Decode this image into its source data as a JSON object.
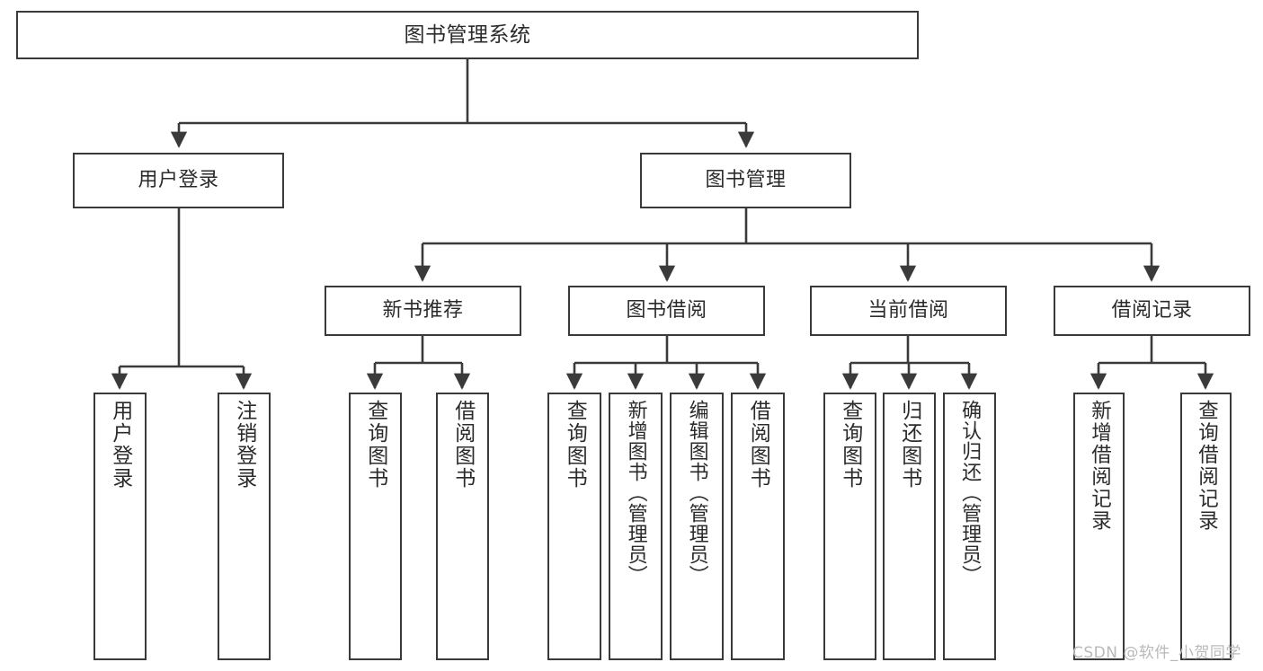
{
  "diagram": {
    "title": "图书管理系统",
    "type": "tree-hierarchy",
    "watermark": "CSDN @软件_小贺同学",
    "colors": {
      "background": "#ffffff",
      "node_border": "#3a3a3a",
      "node_fill": "#ffffff",
      "text": "#2b2b2b",
      "edge": "#3a3a3a",
      "watermark": "#b9b9b9"
    },
    "nodes": {
      "root": {
        "label": "图书管理系统"
      },
      "level1": [
        {
          "label": "用户登录"
        },
        {
          "label": "图书管理"
        }
      ],
      "level2": [
        {
          "label": "新书推荐"
        },
        {
          "label": "图书借阅"
        },
        {
          "label": "当前借阅"
        },
        {
          "label": "借阅记录"
        }
      ],
      "leaves_user_login": [
        {
          "label": "用户登录"
        },
        {
          "label": "注销登录"
        }
      ],
      "leaves_new_books": [
        {
          "label": "查询图书"
        },
        {
          "label": "借阅图书"
        }
      ],
      "leaves_borrow": [
        {
          "label": "查询图书"
        },
        {
          "label": "新增图书（管理员）"
        },
        {
          "label": "编辑图书（管理员）"
        },
        {
          "label": "借阅图书"
        }
      ],
      "leaves_current": [
        {
          "label": "查询图书"
        },
        {
          "label": "归还图书"
        },
        {
          "label": "确认归还（管理员）"
        }
      ],
      "leaves_records": [
        {
          "label": "新增借阅记录"
        },
        {
          "label": "查询借阅记录"
        }
      ]
    }
  }
}
